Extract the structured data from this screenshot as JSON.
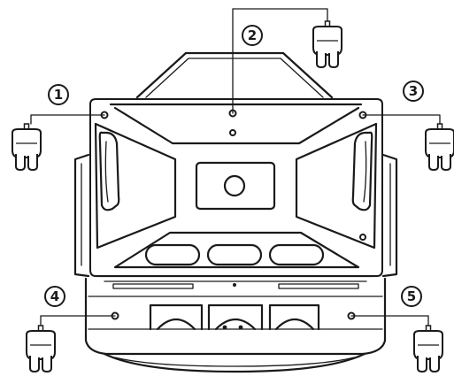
{
  "diagram": {
    "callouts": [
      {
        "id": "1",
        "label": "1"
      },
      {
        "id": "2",
        "label": "2"
      },
      {
        "id": "3",
        "label": "3"
      },
      {
        "id": "4",
        "label": "4"
      },
      {
        "id": "5",
        "label": "5"
      }
    ],
    "parts": {
      "caster": "caster-wheel",
      "mount_hole": "mounting-hole"
    },
    "colors": {
      "line": "#1a1a1a",
      "background": "#ffffff"
    }
  }
}
